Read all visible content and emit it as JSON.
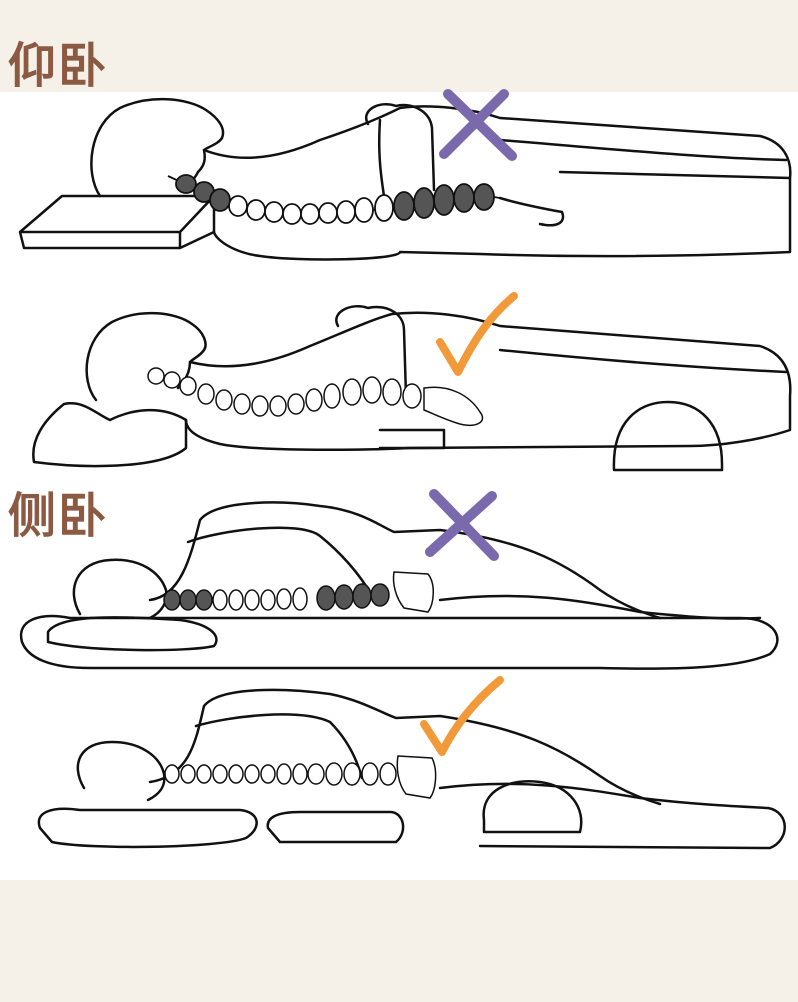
{
  "colors": {
    "label": "#8c5a42",
    "outline": "#111111",
    "vertebra_dark": "#555555",
    "cross": "#7a69ad",
    "check": "#f29a3a",
    "background": "#f6f1e8"
  },
  "sections": {
    "supine": {
      "label": "仰卧"
    },
    "side": {
      "label": "侧卧"
    }
  },
  "panels": [
    {
      "posture": "supine",
      "verdict": "wrong",
      "mark_icon": "cross-icon"
    },
    {
      "posture": "supine",
      "verdict": "correct",
      "mark_icon": "check-icon"
    },
    {
      "posture": "side",
      "verdict": "wrong",
      "mark_icon": "cross-icon"
    },
    {
      "posture": "side",
      "verdict": "correct",
      "mark_icon": "check-icon"
    }
  ]
}
